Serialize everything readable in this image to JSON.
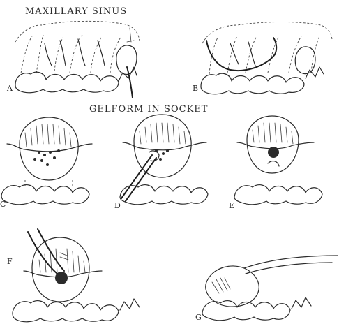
{
  "labels": {
    "sinus": "MAXILLARY SINUS",
    "gelform": "GELFORM IN SOCKET"
  },
  "panels": [
    {
      "letter": "A"
    },
    {
      "letter": "B"
    },
    {
      "letter": "C"
    },
    {
      "letter": "D"
    },
    {
      "letter": "E"
    },
    {
      "letter": "F"
    },
    {
      "letter": "G"
    }
  ]
}
